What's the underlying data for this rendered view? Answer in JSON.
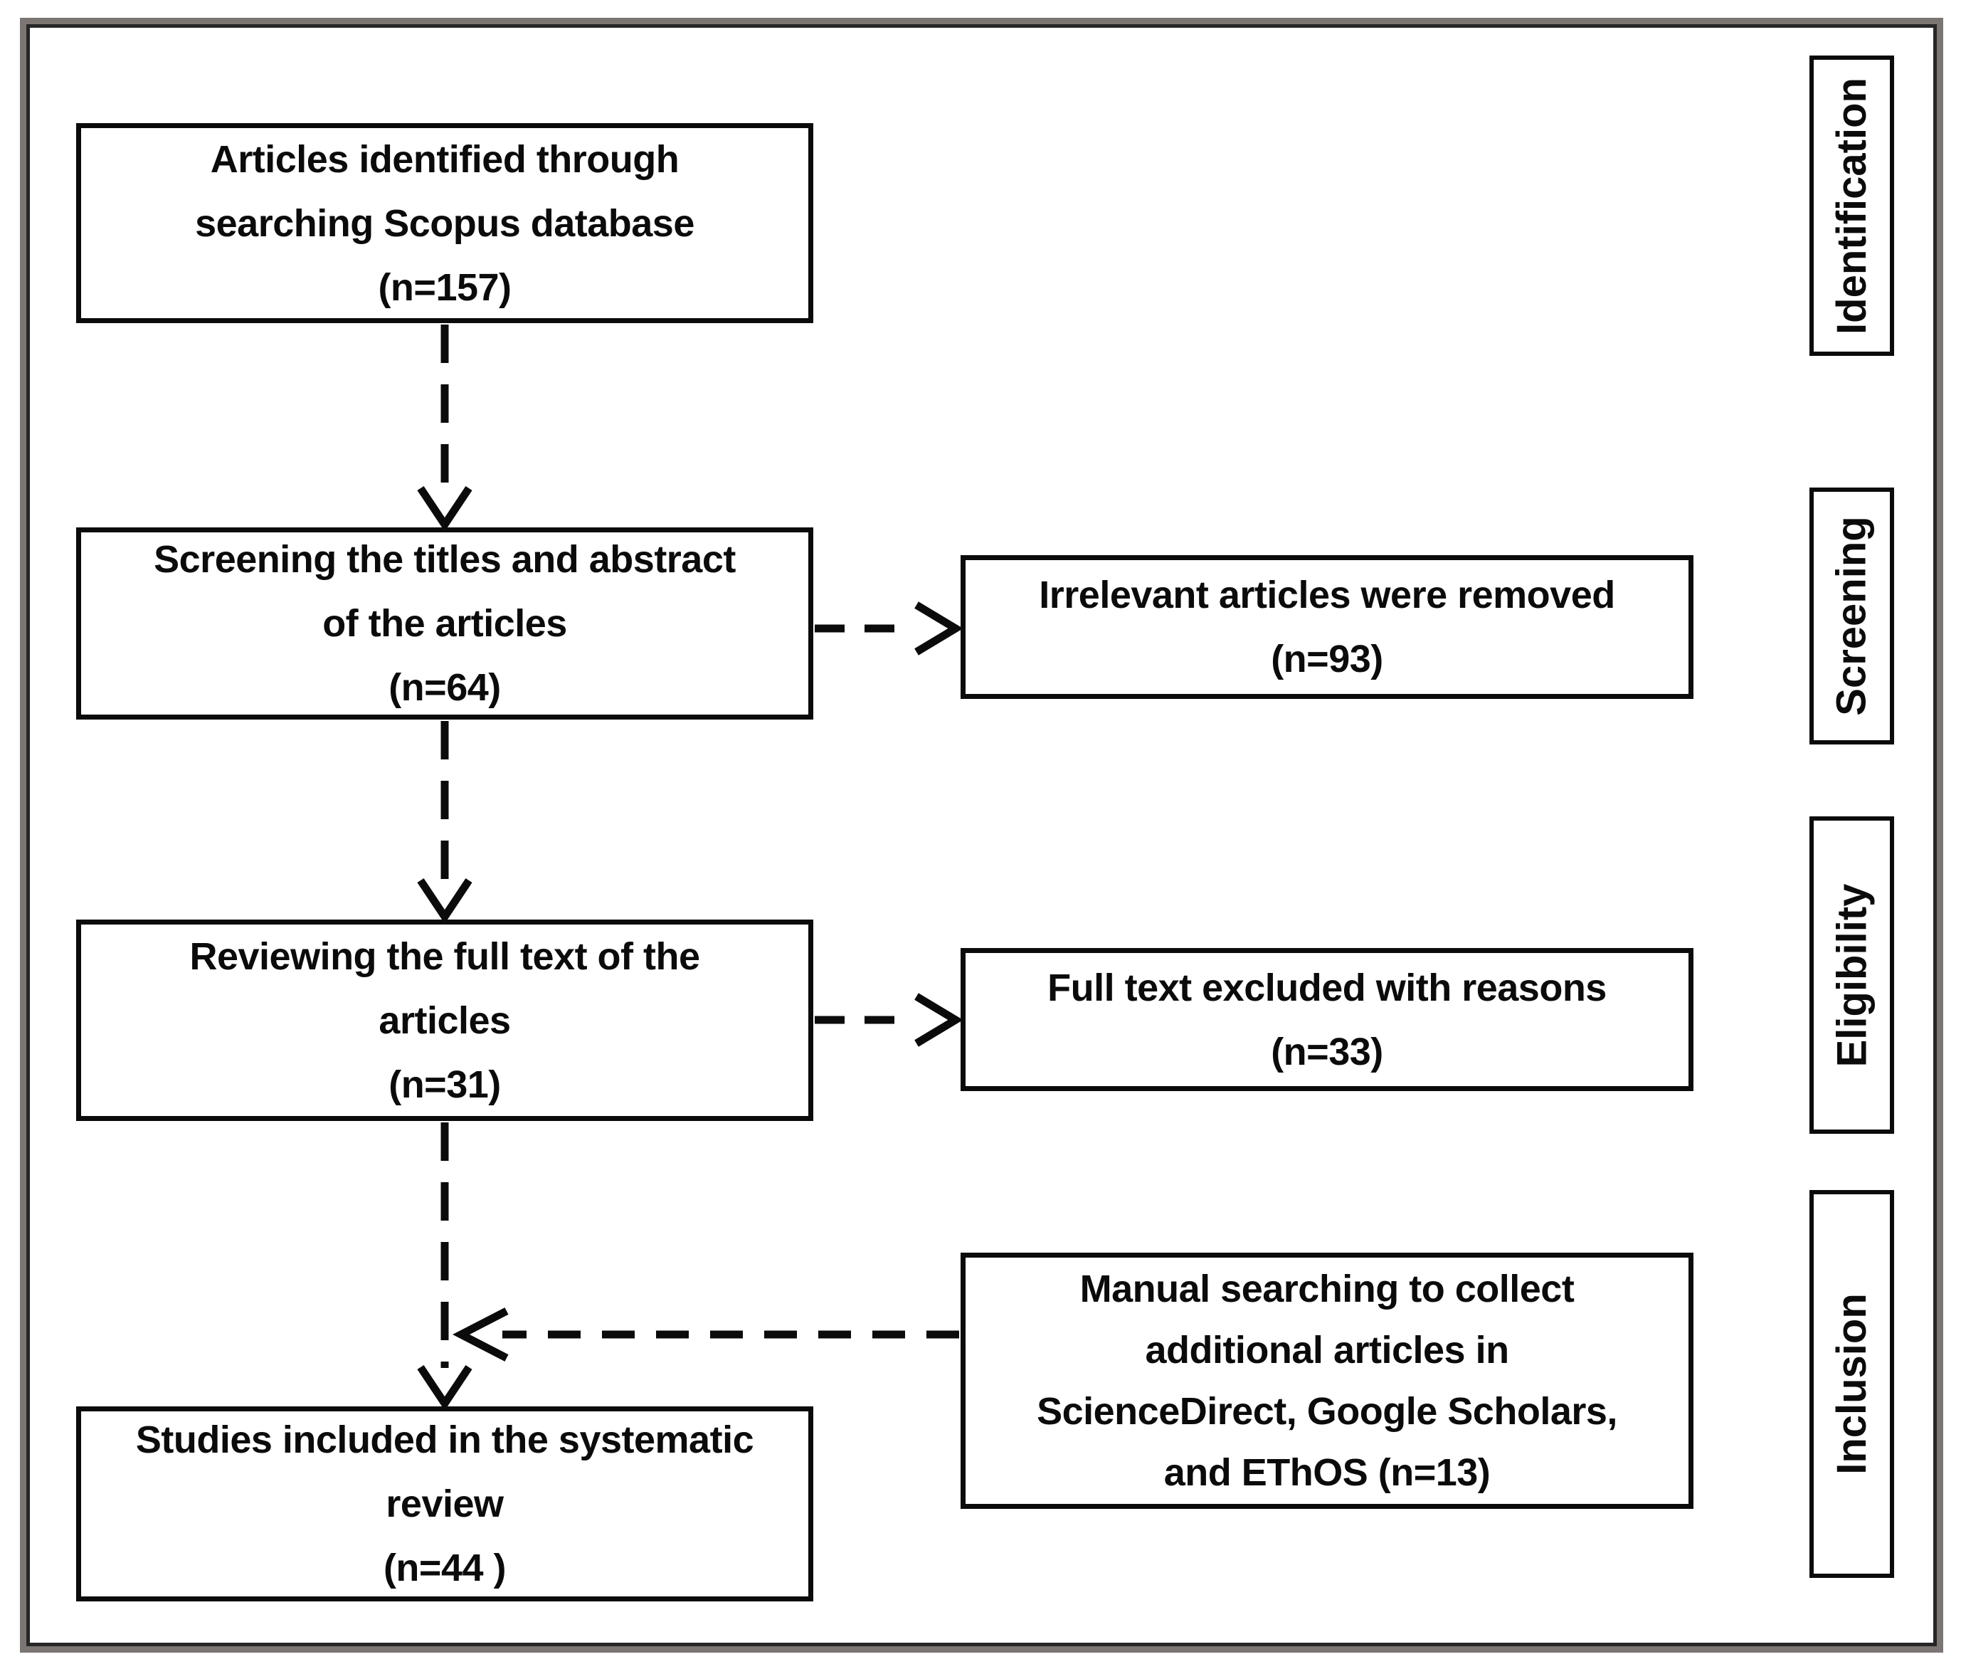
{
  "diagram_title": "PRISMA-style systematic review flow diagram",
  "flow": {
    "left": [
      {
        "id": "identified",
        "label": "Articles identified through\nsearching Scopus database\n(n=157)"
      },
      {
        "id": "screening",
        "label": "Screening the titles and abstract\nof the articles\n(n=64)"
      },
      {
        "id": "fulltext_review",
        "label": "Reviewing the full text of the\narticles\n(n=31)"
      },
      {
        "id": "included",
        "label": "Studies included in the systematic\nreview\n(n=44 )"
      }
    ],
    "right": [
      {
        "id": "irrelevant_removed",
        "label": "Irrelevant articles were removed\n(n=93)"
      },
      {
        "id": "fulltext_excluded",
        "label": "Full text excluded with reasons\n(n=33)"
      },
      {
        "id": "manual_search",
        "label": "Manual searching to collect\nadditional articles in\nScienceDirect, Google Scholars,\nand EThOS (n=13)"
      }
    ],
    "stages": [
      {
        "id": "identification",
        "label": "Identification"
      },
      {
        "id": "screening",
        "label": "Screening"
      },
      {
        "id": "eligibility",
        "label": "Eligibility"
      },
      {
        "id": "inclusion",
        "label": "Inclusion"
      }
    ]
  },
  "colors": {
    "line": "#0b0b0b",
    "frame_gray": "#7b7673",
    "background": "#ffffff"
  }
}
